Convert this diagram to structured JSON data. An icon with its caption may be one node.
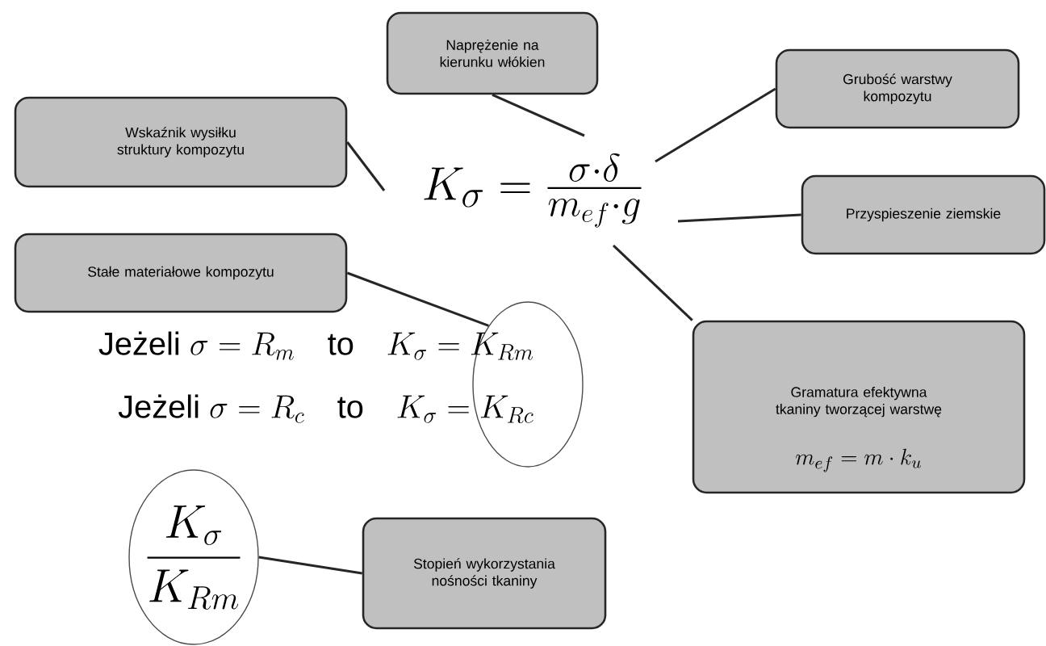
{
  "diagram": {
    "nodes": [
      {
        "text": [
          "Naprężenie na kierunku włókien"
        ]
      },
      {
        "text": [
          "Grubość warstwy kompozytu"
        ]
      },
      {
        "text": [
          "Wskaźnik wysiłku struktury kompozytu"
        ]
      },
      {
        "text": [
          "Przyspieszenie ziemskie"
        ]
      },
      {
        "text": [
          "Stałe materiałowe kompozytu"
        ]
      },
      {
        "text": [],
        "shape": "ellipse"
      },
      {
        "text": [
          "Gramatura efektywna tkaniny tworzącej warstwę"
        ]
      },
      {
        "text": [],
        "shape": "ellipse"
      },
      {
        "text": [
          "Stopień wykorzystania nośności tkaniny"
        ]
      }
    ],
    "edges": [
      {
        "from": 0,
        "to": null,
        "arrow": "none"
      },
      {
        "from": 1,
        "to": null,
        "arrow": "none"
      },
      {
        "from": 2,
        "to": null,
        "arrow": "none"
      },
      {
        "from": 3,
        "to": null,
        "arrow": "none"
      },
      {
        "from": 4,
        "to": 5,
        "arrow": "none"
      },
      {
        "from": 6,
        "to": null,
        "arrow": "none"
      },
      {
        "from": 8,
        "to": 7,
        "arrow": "none"
      }
    ],
    "labels": [
      "K_\\sigma = \\frac{\\sigma\\cdot\\delta}{m_{ef}\\cdot g}",
      "\\text{Jeżeli }\\sigma = R_m\\quad\\text{to}\\quad K_\\sigma = K_{Rm}",
      "\\text{Jeżeli }\\sigma = R_c\\quad\\text{to}\\quad K_\\sigma = K_{Rc}",
      "\\frac{K_\\sigma}{K_{Rm}}",
      "m_{ef} = m\\cdot k_u"
    ]
  }
}
